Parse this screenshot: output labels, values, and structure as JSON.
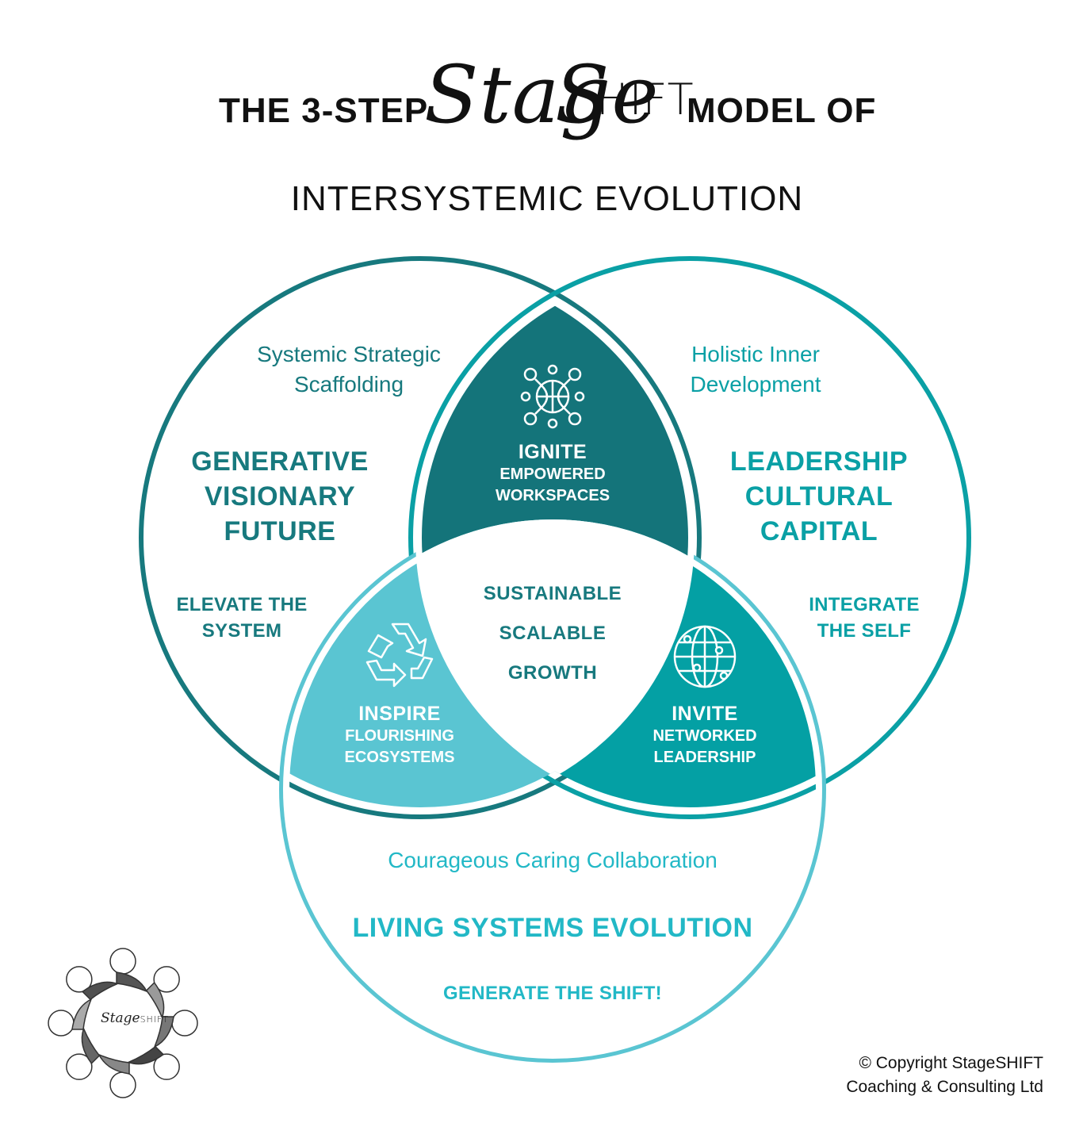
{
  "title": {
    "prefix": "THE 3-STEP",
    "brand_script": "Stage",
    "brand_s": "S",
    "brand_caps": "HIFT",
    "suffix": "MODEL OF",
    "line2": "INTERSYSTEMIC EVOLUTION"
  },
  "circles": {
    "left": {
      "subtitle_line1": "Systemic Strategic",
      "subtitle_line2": "Scaffolding",
      "heading_line1": "GENERATIVE",
      "heading_line2": "VISIONARY",
      "heading_line3": "FUTURE",
      "action_line1": "ELEVATE THE",
      "action_line2": "SYSTEM",
      "color": "#17797e"
    },
    "right": {
      "subtitle_line1": "Holistic Inner",
      "subtitle_line2": "Development",
      "heading_line1": "LEADERSHIP",
      "heading_line2": "CULTURAL",
      "heading_line3": "CAPITAL",
      "action_line1": "INTEGRATE",
      "action_line2": "THE SELF",
      "color": "#0aa0a5"
    },
    "bottom": {
      "subtitle": "Courageous Caring Collaboration",
      "heading": "LIVING SYSTEMS EVOLUTION",
      "action": "GENERATE THE SHIFT!",
      "color": "#5ac5d2"
    }
  },
  "lenses": {
    "top": {
      "title": "IGNITE",
      "line1": "EMPOWERED",
      "line2": "WORKSPACES",
      "icon": "team-network-icon",
      "color": "#14747a"
    },
    "left": {
      "title": "INSPIRE",
      "line1": "FLOURISHING",
      "line2": "ECOSYSTEMS",
      "icon": "recycle-icon",
      "color": "#5ac5d2"
    },
    "right": {
      "title": "INVITE",
      "line1": "NETWORKED",
      "line2": "LEADERSHIP",
      "icon": "globe-network-icon",
      "color": "#04a0a4"
    }
  },
  "center": {
    "line1": "SUSTAINABLE",
    "line2": "SCALABLE",
    "line3": "GROWTH"
  },
  "logo": {
    "script": "Stage",
    "caps": "SHIFT",
    "icon": "stageshift-ring-logo"
  },
  "copyright": {
    "line1": "© Copyright StageSHIFT",
    "line2": "Coaching & Consulting Ltd"
  }
}
